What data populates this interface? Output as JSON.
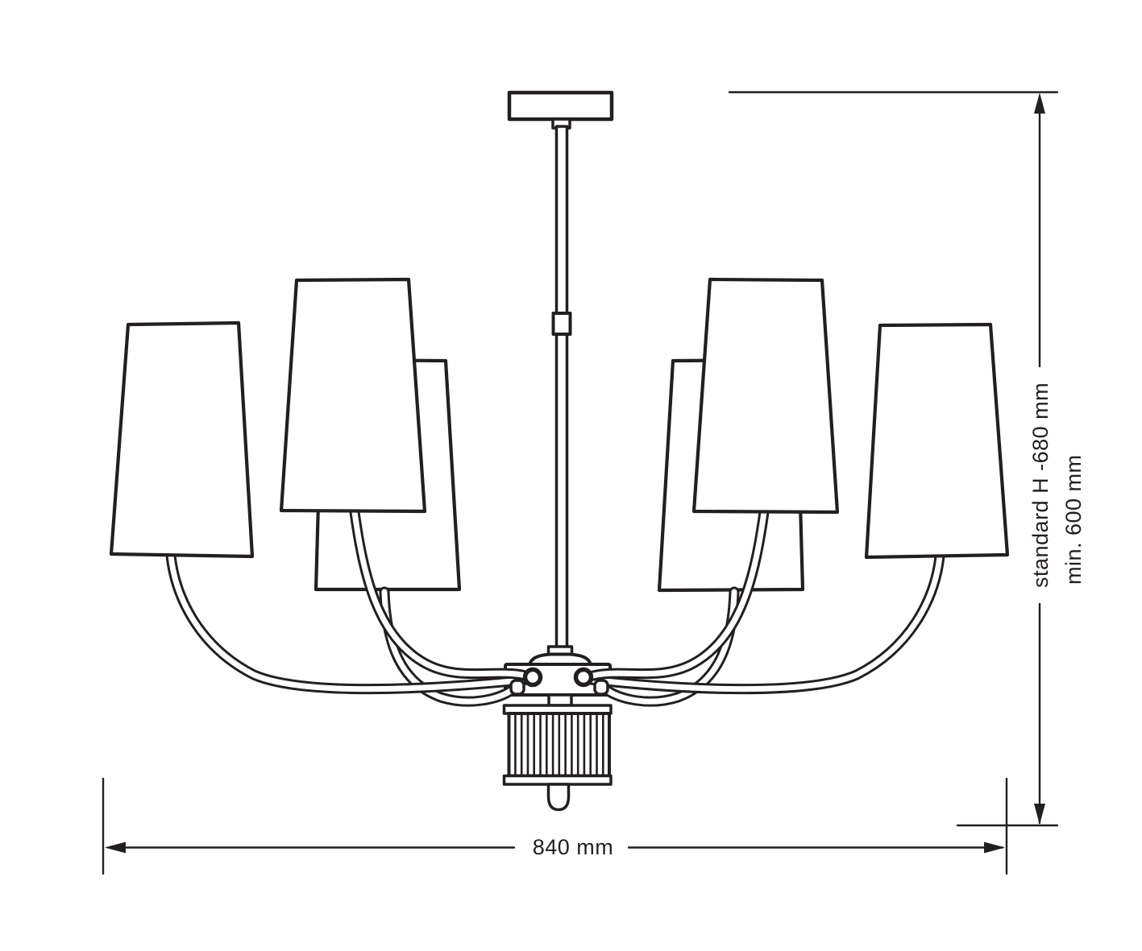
{
  "page": {
    "background_color": "#ffffff",
    "line_color": "#231f20"
  },
  "diagram": {
    "kind": "chandelier-dimensional-drawing",
    "labels": {
      "width": "840 mm",
      "height_standard": "standard H -680 mm",
      "height_min": "min. 600 mm"
    }
  }
}
